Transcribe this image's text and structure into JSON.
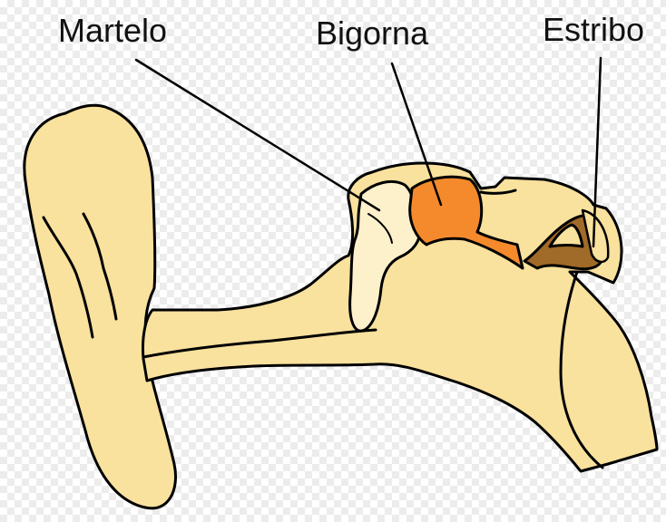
{
  "labels": {
    "malleus": "Martelo",
    "incus": "Bigorna",
    "stapes": "Estribo"
  },
  "colors": {
    "tissue": "#f9e19e",
    "malleus": "#fdf1cc",
    "incus": "#f48a2c",
    "stapes": "#a06a28",
    "outline": "#000000"
  }
}
